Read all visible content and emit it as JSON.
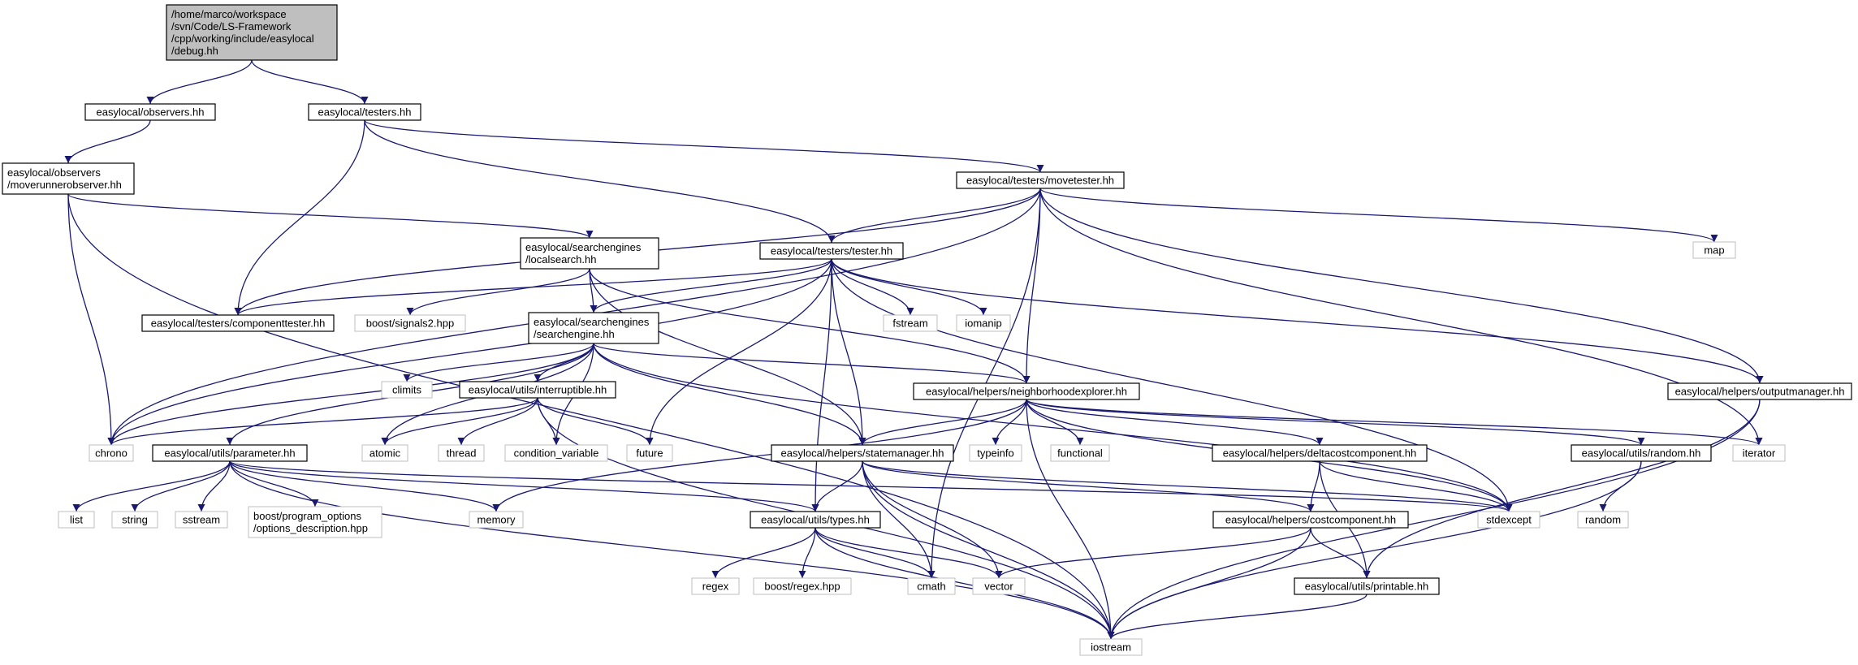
{
  "colors": {
    "edge": "#191970",
    "root_fill": "#bfbfbf",
    "node_border": "#000000",
    "external_border": "#bfbfbf",
    "background": "#ffffff"
  },
  "nodes": [
    {
      "id": "root",
      "lines": [
        "/home/marco/workspace",
        "/svn/Code/LS-Framework",
        "/cpp/working/include/easylocal",
        "/debug.hh"
      ],
      "kind": "root"
    },
    {
      "id": "observers",
      "lines": [
        "easylocal/observers.hh"
      ],
      "kind": "header"
    },
    {
      "id": "testers",
      "lines": [
        "easylocal/testers.hh"
      ],
      "kind": "header"
    },
    {
      "id": "moverunnerobserver",
      "lines": [
        "easylocal/observers",
        "/moverunnerobserver.hh"
      ],
      "kind": "header"
    },
    {
      "id": "movetester",
      "lines": [
        "easylocal/testers/movetester.hh"
      ],
      "kind": "header"
    },
    {
      "id": "localsearch",
      "lines": [
        "easylocal/searchengines",
        "/localsearch.hh"
      ],
      "kind": "header"
    },
    {
      "id": "tester",
      "lines": [
        "easylocal/testers/tester.hh"
      ],
      "kind": "header"
    },
    {
      "id": "map",
      "lines": [
        "map"
      ],
      "kind": "external"
    },
    {
      "id": "componenttester",
      "lines": [
        "easylocal/testers/componenttester.hh"
      ],
      "kind": "header"
    },
    {
      "id": "signals2",
      "lines": [
        "boost/signals2.hpp"
      ],
      "kind": "external"
    },
    {
      "id": "fstream",
      "lines": [
        "fstream"
      ],
      "kind": "external"
    },
    {
      "id": "iomanip",
      "lines": [
        "iomanip"
      ],
      "kind": "external"
    },
    {
      "id": "searchengine",
      "lines": [
        "easylocal/searchengines",
        "/searchengine.hh"
      ],
      "kind": "header"
    },
    {
      "id": "climits",
      "lines": [
        "climits"
      ],
      "kind": "external"
    },
    {
      "id": "interruptible",
      "lines": [
        "easylocal/utils/interruptible.hh"
      ],
      "kind": "header"
    },
    {
      "id": "neighborhoodexplorer",
      "lines": [
        "easylocal/helpers/neighborhoodexplorer.hh"
      ],
      "kind": "header"
    },
    {
      "id": "outputmanager",
      "lines": [
        "easylocal/helpers/outputmanager.hh"
      ],
      "kind": "header"
    },
    {
      "id": "chrono",
      "lines": [
        "chrono"
      ],
      "kind": "external"
    },
    {
      "id": "parameter",
      "lines": [
        "easylocal/utils/parameter.hh"
      ],
      "kind": "header"
    },
    {
      "id": "atomic",
      "lines": [
        "atomic"
      ],
      "kind": "external"
    },
    {
      "id": "thread",
      "lines": [
        "thread"
      ],
      "kind": "external"
    },
    {
      "id": "condition_variable",
      "lines": [
        "condition_variable"
      ],
      "kind": "external"
    },
    {
      "id": "future",
      "lines": [
        "future"
      ],
      "kind": "external"
    },
    {
      "id": "statemanager",
      "lines": [
        "easylocal/helpers/statemanager.hh"
      ],
      "kind": "header"
    },
    {
      "id": "typeinfo",
      "lines": [
        "typeinfo"
      ],
      "kind": "external"
    },
    {
      "id": "functional",
      "lines": [
        "functional"
      ],
      "kind": "external"
    },
    {
      "id": "deltacostcomponent",
      "lines": [
        "easylocal/helpers/deltacostcomponent.hh"
      ],
      "kind": "header"
    },
    {
      "id": "random_hh",
      "lines": [
        "easylocal/utils/random.hh"
      ],
      "kind": "header"
    },
    {
      "id": "iterator",
      "lines": [
        "iterator"
      ],
      "kind": "external"
    },
    {
      "id": "list",
      "lines": [
        "list"
      ],
      "kind": "external"
    },
    {
      "id": "string",
      "lines": [
        "string"
      ],
      "kind": "external"
    },
    {
      "id": "sstream",
      "lines": [
        "sstream"
      ],
      "kind": "external"
    },
    {
      "id": "options_description",
      "lines": [
        "boost/program_options",
        "/options_description.hpp"
      ],
      "kind": "external"
    },
    {
      "id": "memory",
      "lines": [
        "memory"
      ],
      "kind": "external"
    },
    {
      "id": "types",
      "lines": [
        "easylocal/utils/types.hh"
      ],
      "kind": "header"
    },
    {
      "id": "stdexcept",
      "lines": [
        "stdexcept"
      ],
      "kind": "external"
    },
    {
      "id": "costcomponent",
      "lines": [
        "easylocal/helpers/costcomponent.hh"
      ],
      "kind": "header"
    },
    {
      "id": "random",
      "lines": [
        "random"
      ],
      "kind": "external"
    },
    {
      "id": "regex",
      "lines": [
        "regex"
      ],
      "kind": "external"
    },
    {
      "id": "boost_regex",
      "lines": [
        "boost/regex.hpp"
      ],
      "kind": "external"
    },
    {
      "id": "cmath",
      "lines": [
        "cmath"
      ],
      "kind": "external"
    },
    {
      "id": "vector",
      "lines": [
        "vector"
      ],
      "kind": "external"
    },
    {
      "id": "printable",
      "lines": [
        "easylocal/utils/printable.hh"
      ],
      "kind": "header"
    },
    {
      "id": "iostream",
      "lines": [
        "iostream"
      ],
      "kind": "external"
    }
  ],
  "edges": [
    [
      "root",
      "observers"
    ],
    [
      "root",
      "testers"
    ],
    [
      "observers",
      "moverunnerobserver"
    ],
    [
      "testers",
      "componenttester"
    ],
    [
      "testers",
      "tester"
    ],
    [
      "testers",
      "movetester"
    ],
    [
      "moverunnerobserver",
      "localsearch"
    ],
    [
      "moverunnerobserver",
      "chrono"
    ],
    [
      "moverunnerobserver",
      "iostream"
    ],
    [
      "movetester",
      "componenttester"
    ],
    [
      "movetester",
      "tester"
    ],
    [
      "movetester",
      "neighborhoodexplorer"
    ],
    [
      "movetester",
      "outputmanager"
    ],
    [
      "movetester",
      "map"
    ],
    [
      "movetester",
      "iterator"
    ],
    [
      "movetester",
      "cmath"
    ],
    [
      "movetester",
      "chrono"
    ],
    [
      "localsearch",
      "searchengine"
    ],
    [
      "localsearch",
      "signals2"
    ],
    [
      "localsearch",
      "statemanager"
    ],
    [
      "localsearch",
      "neighborhoodexplorer"
    ],
    [
      "tester",
      "componenttester"
    ],
    [
      "tester",
      "searchengine"
    ],
    [
      "tester",
      "fstream"
    ],
    [
      "tester",
      "iomanip"
    ],
    [
      "tester",
      "statemanager"
    ],
    [
      "tester",
      "types"
    ],
    [
      "tester",
      "future"
    ],
    [
      "tester",
      "chrono"
    ],
    [
      "tester",
      "stdexcept"
    ],
    [
      "tester",
      "outputmanager"
    ],
    [
      "searchengine",
      "chrono"
    ],
    [
      "searchengine",
      "climits"
    ],
    [
      "searchengine",
      "interruptible"
    ],
    [
      "searchengine",
      "parameter"
    ],
    [
      "searchengine",
      "atomic"
    ],
    [
      "searchengine",
      "condition_variable"
    ],
    [
      "searchengine",
      "statemanager"
    ],
    [
      "searchengine",
      "neighborhoodexplorer"
    ],
    [
      "searchengine",
      "stdexcept"
    ],
    [
      "interruptible",
      "chrono"
    ],
    [
      "interruptible",
      "atomic"
    ],
    [
      "interruptible",
      "thread"
    ],
    [
      "interruptible",
      "condition_variable"
    ],
    [
      "interruptible",
      "future"
    ],
    [
      "interruptible",
      "iostream"
    ],
    [
      "neighborhoodexplorer",
      "statemanager"
    ],
    [
      "neighborhoodexplorer",
      "typeinfo"
    ],
    [
      "neighborhoodexplorer",
      "functional"
    ],
    [
      "neighborhoodexplorer",
      "deltacostcomponent"
    ],
    [
      "neighborhoodexplorer",
      "random_hh"
    ],
    [
      "neighborhoodexplorer",
      "iterator"
    ],
    [
      "neighborhoodexplorer",
      "stdexcept"
    ],
    [
      "neighborhoodexplorer",
      "memory"
    ],
    [
      "neighborhoodexplorer",
      "iostream"
    ],
    [
      "outputmanager",
      "printable"
    ],
    [
      "outputmanager",
      "iostream"
    ],
    [
      "parameter",
      "list"
    ],
    [
      "parameter",
      "string"
    ],
    [
      "parameter",
      "sstream"
    ],
    [
      "parameter",
      "options_description"
    ],
    [
      "parameter",
      "memory"
    ],
    [
      "parameter",
      "types"
    ],
    [
      "parameter",
      "stdexcept"
    ],
    [
      "parameter",
      "iostream"
    ],
    [
      "statemanager",
      "types"
    ],
    [
      "statemanager",
      "costcomponent"
    ],
    [
      "statemanager",
      "cmath"
    ],
    [
      "statemanager",
      "vector"
    ],
    [
      "statemanager",
      "iostream"
    ],
    [
      "statemanager",
      "stdexcept"
    ],
    [
      "deltacostcomponent",
      "costcomponent"
    ],
    [
      "deltacostcomponent",
      "printable"
    ],
    [
      "deltacostcomponent",
      "stdexcept"
    ],
    [
      "random_hh",
      "random"
    ],
    [
      "random_hh",
      "iostream"
    ],
    [
      "types",
      "regex"
    ],
    [
      "types",
      "boost_regex"
    ],
    [
      "types",
      "cmath"
    ],
    [
      "types",
      "vector"
    ],
    [
      "types",
      "iostream"
    ],
    [
      "costcomponent",
      "printable"
    ],
    [
      "costcomponent",
      "vector"
    ],
    [
      "costcomponent",
      "iostream"
    ],
    [
      "printable",
      "iostream"
    ]
  ]
}
